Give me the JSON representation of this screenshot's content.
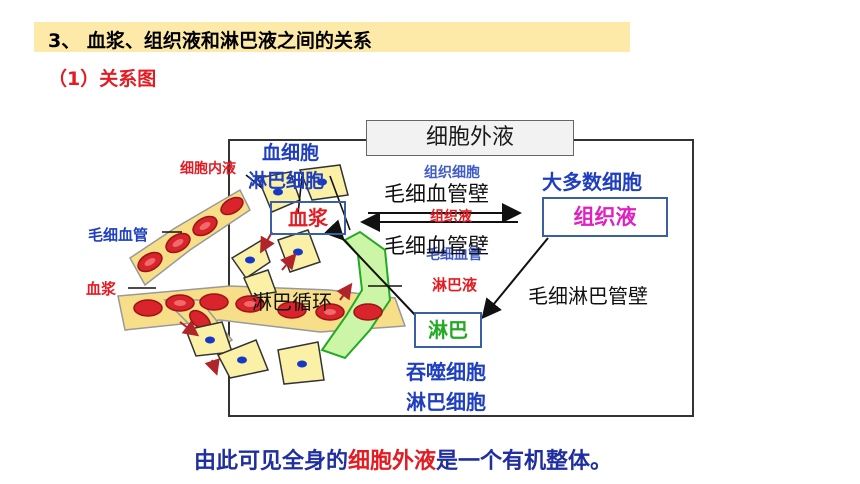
{
  "header": {
    "title": "3、 血浆、组织液和淋巴液之间的关系",
    "subtitle": "（1）关系图"
  },
  "diagram": {
    "ecf_label": "细胞外液",
    "left_labels": {
      "icf": "细胞内液",
      "capillary": "毛细血管",
      "plasma": "血浆"
    },
    "top_left": {
      "line1": "血细胞",
      "line2": "淋巴细胞"
    },
    "center": {
      "plasma_box": "血浆",
      "wall_top": "毛细血管壁",
      "wall_bottom": "毛细血管壁",
      "overlay_top": "组织细胞",
      "overlay_middle": "组织液",
      "overlay_bottom": "毛细血管",
      "lymph_circulation": "淋巴循环",
      "lymph_fluid": "淋巴液"
    },
    "right": {
      "most_cells": "大多数细胞",
      "tissue_fluid": "组织液",
      "lymph_wall": "毛细淋巴管壁",
      "lymph_box": "淋巴",
      "phagocyte": "吞噬细胞",
      "lymphocyte": "淋巴细胞"
    }
  },
  "conclusion": {
    "part1": "由此可见全身的",
    "part2": "细胞外液",
    "part3": "是一个有机整体。"
  },
  "colors": {
    "title_bg": "#fde9a8",
    "accent_red": "#e31c23",
    "blue_text": "#1f3fbf",
    "magenta_text": "#e020c0",
    "lymph_green": "#22aa22",
    "cell_fill": "#fbf1a6",
    "vessel_fill": "#f7df8a",
    "rbc_red": "#d8242a",
    "conclusion_blue": "#1f2f9f"
  }
}
